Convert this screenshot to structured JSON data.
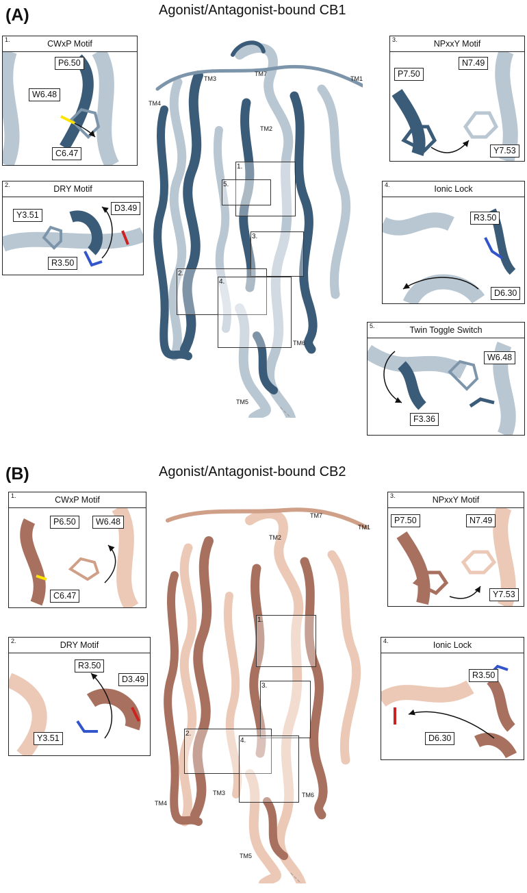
{
  "panel_a": {
    "letter": "(A)",
    "title": "Agonist/Antagonist-bound CB1",
    "colors": {
      "dark": "#3b5c78",
      "light": "#b9c7d3",
      "mid": "#7d95aa"
    },
    "tm_labels": [
      "TM3",
      "TM7",
      "TM1",
      "TM4",
      "TM2",
      "TM6",
      "TM5"
    ],
    "region_boxes": [
      "1.",
      "5.",
      "3.",
      "2.",
      "4."
    ],
    "insets": [
      {
        "num": "1.",
        "title": "CWxP Motif",
        "labels": [
          "P6.50",
          "W6.48",
          "C6.47"
        ]
      },
      {
        "num": "2.",
        "title": "DRY Motif",
        "labels": [
          "Y3.51",
          "D3.49",
          "R3.50"
        ]
      },
      {
        "num": "3.",
        "title": "NPxxY Motif",
        "labels": [
          "P7.50",
          "N7.49",
          "Y7.53"
        ]
      },
      {
        "num": "4.",
        "title": "Ionic Lock",
        "labels": [
          "R3.50",
          "D6.30"
        ]
      },
      {
        "num": "5.",
        "title": "Twin Toggle Switch",
        "labels": [
          "W6.48",
          "F3.36"
        ]
      }
    ]
  },
  "panel_b": {
    "letter": "(B)",
    "title": "Agonist/Antagonist-bound CB2",
    "colors": {
      "dark": "#a8705e",
      "light": "#ecc9b6",
      "mid": "#cf9f88"
    },
    "tm_labels": [
      "TM7",
      "TM1",
      "TM2",
      "TM4",
      "TM3",
      "TM6",
      "TM5"
    ],
    "region_boxes": [
      "1.",
      "3.",
      "2.",
      "4."
    ],
    "insets": [
      {
        "num": "1.",
        "title": "CWxP Motif",
        "labels": [
          "P6.50",
          "W6.48",
          "C6.47"
        ]
      },
      {
        "num": "2.",
        "title": "DRY Motif",
        "labels": [
          "R3.50",
          "D3.49",
          "Y3.51"
        ]
      },
      {
        "num": "3.",
        "title": "NPxxY Motif",
        "labels": [
          "P7.50",
          "N7.49",
          "Y7.53"
        ]
      },
      {
        "num": "4.",
        "title": "Ionic Lock",
        "labels": [
          "R3.50",
          "D6.30"
        ]
      }
    ]
  }
}
